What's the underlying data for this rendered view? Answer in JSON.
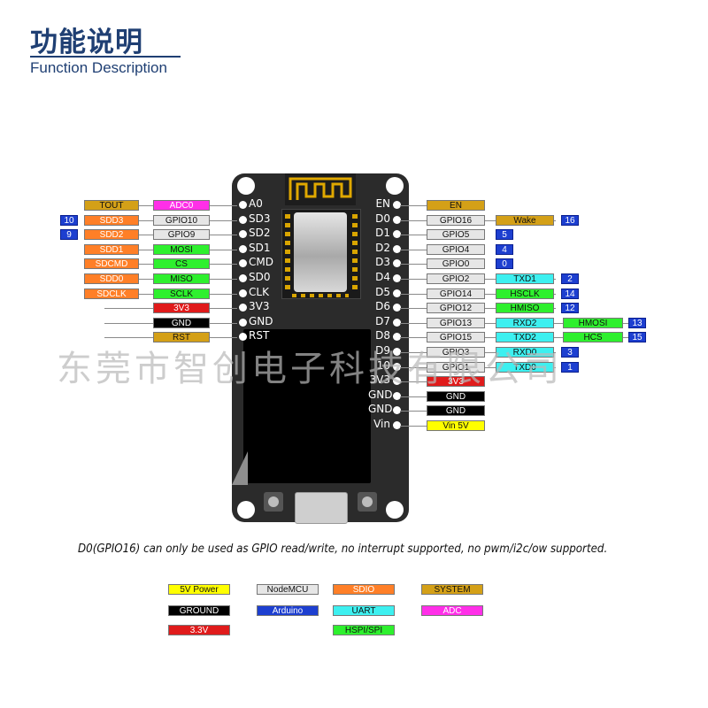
{
  "header": {
    "title": "功能说明",
    "subtitle": "Function Description"
  },
  "watermark": "东莞市智创电子科技有限公司",
  "note": "D0(GPIO16) can only be used as GPIO read/write, no interrupt supported, no pwm/i2c/ow supported.",
  "colors": {
    "power5v": "#ffff00",
    "nodemcu": "#e6e6e6",
    "sdio": "#ff7f27",
    "system": "#d4a017",
    "ground": "#000000",
    "arduino": "#1d3fd0",
    "uart": "#3df0f0",
    "adc": "#ff2fe8",
    "power33": "#e01b1b",
    "hspi": "#2ef02e",
    "number": "#1d3fd0"
  },
  "board": {
    "left_pins": [
      "A0",
      "SD3",
      "SD2",
      "SD1",
      "CMD",
      "SD0",
      "CLK",
      "3V3",
      "GND",
      "RST"
    ],
    "right_pins": [
      "EN",
      "D0",
      "D1",
      "D2",
      "D3",
      "D4",
      "D5",
      "D6",
      "D7",
      "D8",
      "D9",
      "10",
      "3V3",
      "GND",
      "GND",
      "Vin"
    ]
  },
  "left_tags": [
    {
      "outer": "TOUT",
      "outer_type": "system",
      "inner": "ADC0",
      "inner_type": "adc",
      "num": ""
    },
    {
      "outer": "SDD3",
      "outer_type": "sdio",
      "inner": "GPIO10",
      "inner_type": "nodemcu",
      "num": "10"
    },
    {
      "outer": "SDD2",
      "outer_type": "sdio",
      "inner": "GPIO9",
      "inner_type": "nodemcu",
      "num": "9"
    },
    {
      "outer": "SDD1",
      "outer_type": "sdio",
      "inner": "MOSI",
      "inner_type": "hspi",
      "num": ""
    },
    {
      "outer": "SDCMD",
      "outer_type": "sdio",
      "inner": "CS",
      "inner_type": "hspi",
      "num": ""
    },
    {
      "outer": "SDD0",
      "outer_type": "sdio",
      "inner": "MISO",
      "inner_type": "hspi",
      "num": ""
    },
    {
      "outer": "SDCLK",
      "outer_type": "sdio",
      "inner": "SCLK",
      "inner_type": "hspi",
      "num": ""
    },
    {
      "outer": "",
      "outer_type": "",
      "inner": "3V3",
      "inner_type": "power33",
      "num": ""
    },
    {
      "outer": "",
      "outer_type": "",
      "inner": "GND",
      "inner_type": "ground",
      "num": ""
    },
    {
      "outer": "",
      "outer_type": "",
      "inner": "RST",
      "inner_type": "system",
      "num": ""
    }
  ],
  "right_tags": [
    {
      "gpio": "EN",
      "gpio_type": "system",
      "func": "",
      "func_type": "",
      "func2": "",
      "num": ""
    },
    {
      "gpio": "GPIO16",
      "gpio_type": "nodemcu",
      "func": "Wake",
      "func_type": "system",
      "func2": "",
      "num": "16"
    },
    {
      "gpio": "GPIO5",
      "gpio_type": "nodemcu",
      "func": "",
      "func_type": "",
      "func2": "",
      "num": "5"
    },
    {
      "gpio": "GPIO4",
      "gpio_type": "nodemcu",
      "func": "",
      "func_type": "",
      "func2": "",
      "num": "4"
    },
    {
      "gpio": "GPIO0",
      "gpio_type": "nodemcu",
      "func": "",
      "func_type": "",
      "func2": "",
      "num": "0"
    },
    {
      "gpio": "GPIO2",
      "gpio_type": "nodemcu",
      "func": "TXD1",
      "func_type": "uart",
      "func2": "",
      "num": "2"
    },
    {
      "gpio": "GPIO14",
      "gpio_type": "nodemcu",
      "func": "HSCLK",
      "func_type": "hspi",
      "func2": "",
      "num": "14"
    },
    {
      "gpio": "GPIO12",
      "gpio_type": "nodemcu",
      "func": "HMISO",
      "func_type": "hspi",
      "func2": "",
      "num": "12"
    },
    {
      "gpio": "GPIO13",
      "gpio_type": "nodemcu",
      "func": "RXD2",
      "func_type": "uart",
      "func2": "HMOSI",
      "num": "13"
    },
    {
      "gpio": "GPIO15",
      "gpio_type": "nodemcu",
      "func": "TXD2",
      "func_type": "uart",
      "func2": "HCS",
      "num": "15"
    },
    {
      "gpio": "GPIO3",
      "gpio_type": "nodemcu",
      "func": "RXD0",
      "func_type": "uart",
      "func2": "",
      "num": "3"
    },
    {
      "gpio": "GPIO1",
      "gpio_type": "nodemcu",
      "func": "TXD0",
      "func_type": "uart",
      "func2": "",
      "num": "1"
    },
    {
      "gpio": "3V3",
      "gpio_type": "power33",
      "func": "",
      "func_type": "",
      "func2": "",
      "num": ""
    },
    {
      "gpio": "GND",
      "gpio_type": "ground",
      "func": "",
      "func_type": "",
      "func2": "",
      "num": ""
    },
    {
      "gpio": "GND",
      "gpio_type": "ground",
      "func": "",
      "func_type": "",
      "func2": "",
      "num": ""
    },
    {
      "gpio": "Vin 5V",
      "gpio_type": "power5v",
      "func": "",
      "func_type": "",
      "func2": "",
      "num": ""
    }
  ],
  "legend": [
    {
      "label": "5V Power",
      "type": "power5v"
    },
    {
      "label": "NodeMCU",
      "type": "nodemcu"
    },
    {
      "label": "SDIO",
      "type": "sdio"
    },
    {
      "label": "SYSTEM",
      "type": "system"
    },
    {
      "label": "GROUND",
      "type": "ground"
    },
    {
      "label": "Arduino",
      "type": "arduino"
    },
    {
      "label": "UART",
      "type": "uart"
    },
    {
      "label": "ADC",
      "type": "adc"
    },
    {
      "label": "3.3V",
      "type": "power33"
    },
    {
      "label": "HSPI/SPI",
      "type": "hspi"
    }
  ]
}
